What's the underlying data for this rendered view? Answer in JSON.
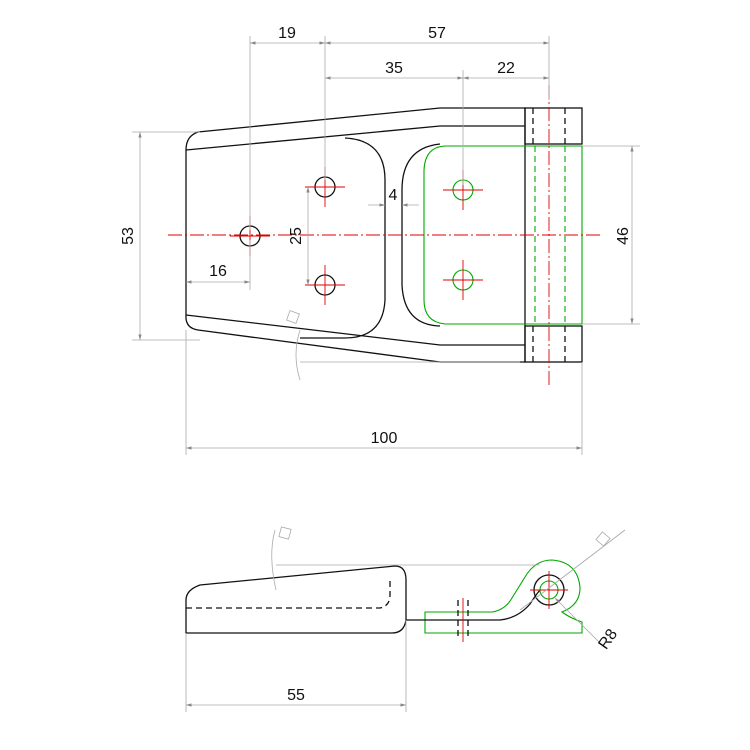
{
  "drawing": {
    "top_view": {
      "dimensions": {
        "d19": "19",
        "d57": "57",
        "d35": "35",
        "d22": "22",
        "d4": "4",
        "d53": "53",
        "d25": "25",
        "d16": "16",
        "d46": "46",
        "d100": "100"
      }
    },
    "side_view": {
      "dimensions": {
        "d55": "55",
        "r8": "R8"
      }
    },
    "colors": {
      "outline": "#111111",
      "centerline": "#e00000",
      "mating_part": "#00aa00",
      "dimension": "#aaaaaa"
    }
  }
}
